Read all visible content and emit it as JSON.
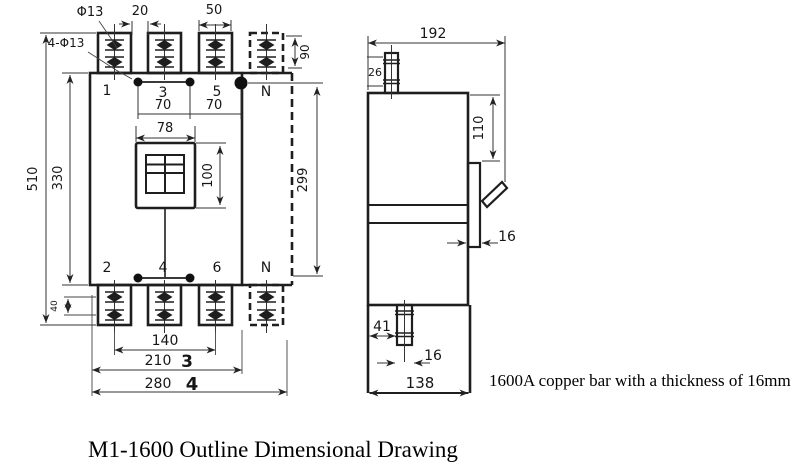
{
  "title": "M1-1600 Outline Dimensional Drawing",
  "note": "1600A copper bar with a thickness of 16mm",
  "front_view": {
    "top_terminals": [
      "1",
      "3",
      "5",
      "N"
    ],
    "bottom_terminals": [
      "2",
      "4",
      "6",
      "N"
    ],
    "dims": {
      "terminal_hole": "Φ13",
      "mounting_holes": "4-Φ13",
      "tab_gap": "20",
      "tab_width": "50",
      "tab_height": "90",
      "pole_pitch_left": "70",
      "pole_pitch_right": "70",
      "handle_cutout_width": "78",
      "handle_cutout_height": "100",
      "total_height": "510",
      "body_height": "330",
      "right_height": "299",
      "bolt_pitch": "40",
      "width_2_to_6": "140",
      "width_3pole": "210",
      "pole_count_3": "3",
      "width_4pole": "280",
      "pole_count_4": "4"
    }
  },
  "side_view": {
    "dims": {
      "depth_total": "192",
      "top_bar_width": "26",
      "upper_depth": "110",
      "bar_thickness": "16",
      "bottom_bar_offset": "41",
      "bottom_bar_width": "16",
      "base_depth": "138"
    }
  }
}
